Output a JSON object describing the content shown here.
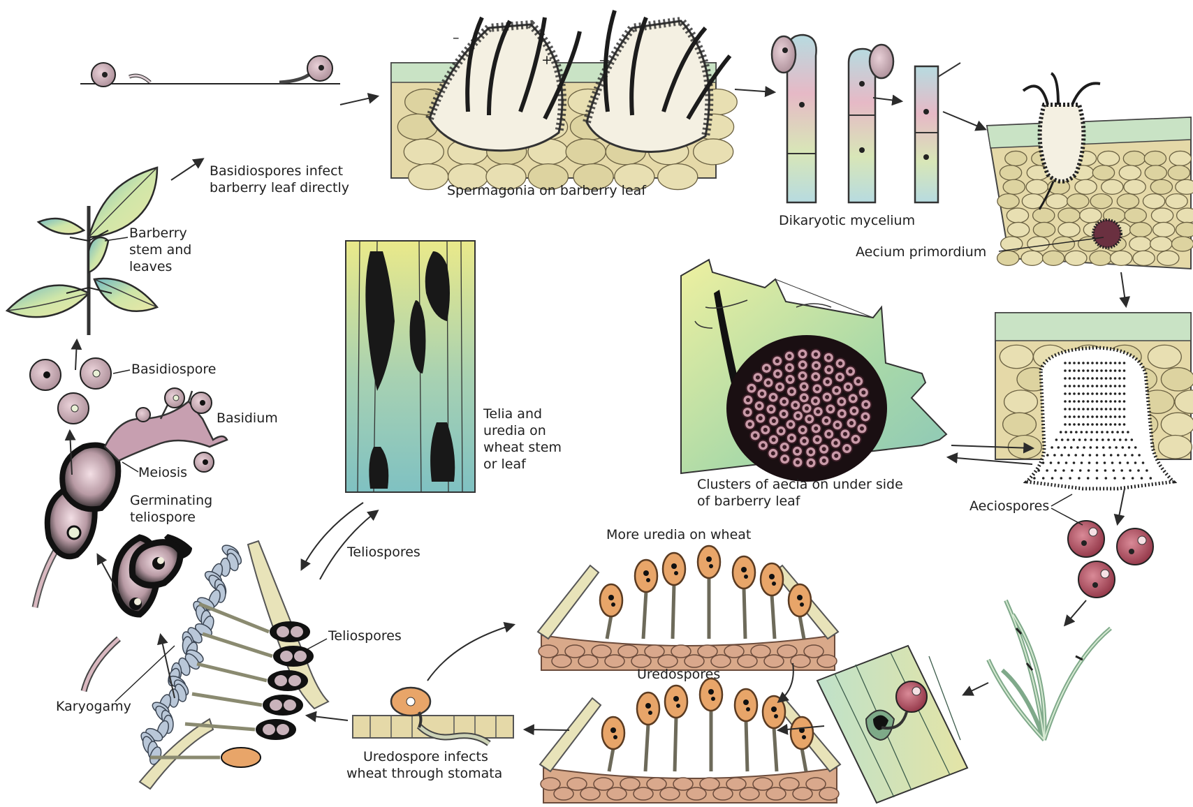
{
  "title": "",
  "labels": {
    "basidiospores_infect": [
      "Basidiospores infect",
      "barberry leaf directly"
    ],
    "spermagonia": "Spermagonia on barberry leaf",
    "dikaryotic": "Dikaryotic mycelium",
    "aecium_primordium": "Aecium primordium",
    "barberry_stem": [
      "Barberry",
      "stem and",
      "leaves"
    ],
    "clusters_aecia": [
      "Clusters of aecia on under side",
      "of barberry leaf"
    ],
    "aeciospores": "Aeciospores",
    "basidiospore": "Basidiospore",
    "basidium": "Basidium",
    "meiosis": "Meiosis",
    "germinating": [
      "Germinating",
      "teliospore"
    ],
    "telia_uredia": [
      "Telia and",
      "uredia on",
      "wheat stem",
      "or leaf"
    ],
    "teliospores_center": "Teliospores",
    "more_uredia": "More uredia on wheat",
    "uredospores": "Uredospores",
    "teliospores_right": "Teliospores",
    "karyogamy": "Karyogamy",
    "uredospore_infects": [
      "Uredospore infects",
      "wheat through stomata"
    ],
    "plus_sign": "+",
    "minus_sign": "–"
  },
  "colors": {
    "leaf_cell": "#ddd3a0",
    "leaf_cell_alt": "#e8dfb2",
    "epidermis_green": "#c9e2c3",
    "wheat_green": "#a9cfa3",
    "spore_pink": "#c99aa8",
    "aeciospore_red": "#b04a5c",
    "uredospore_orange": "#e8a569",
    "teliospore_black": "#111111",
    "ink": "#1c1c1c"
  }
}
